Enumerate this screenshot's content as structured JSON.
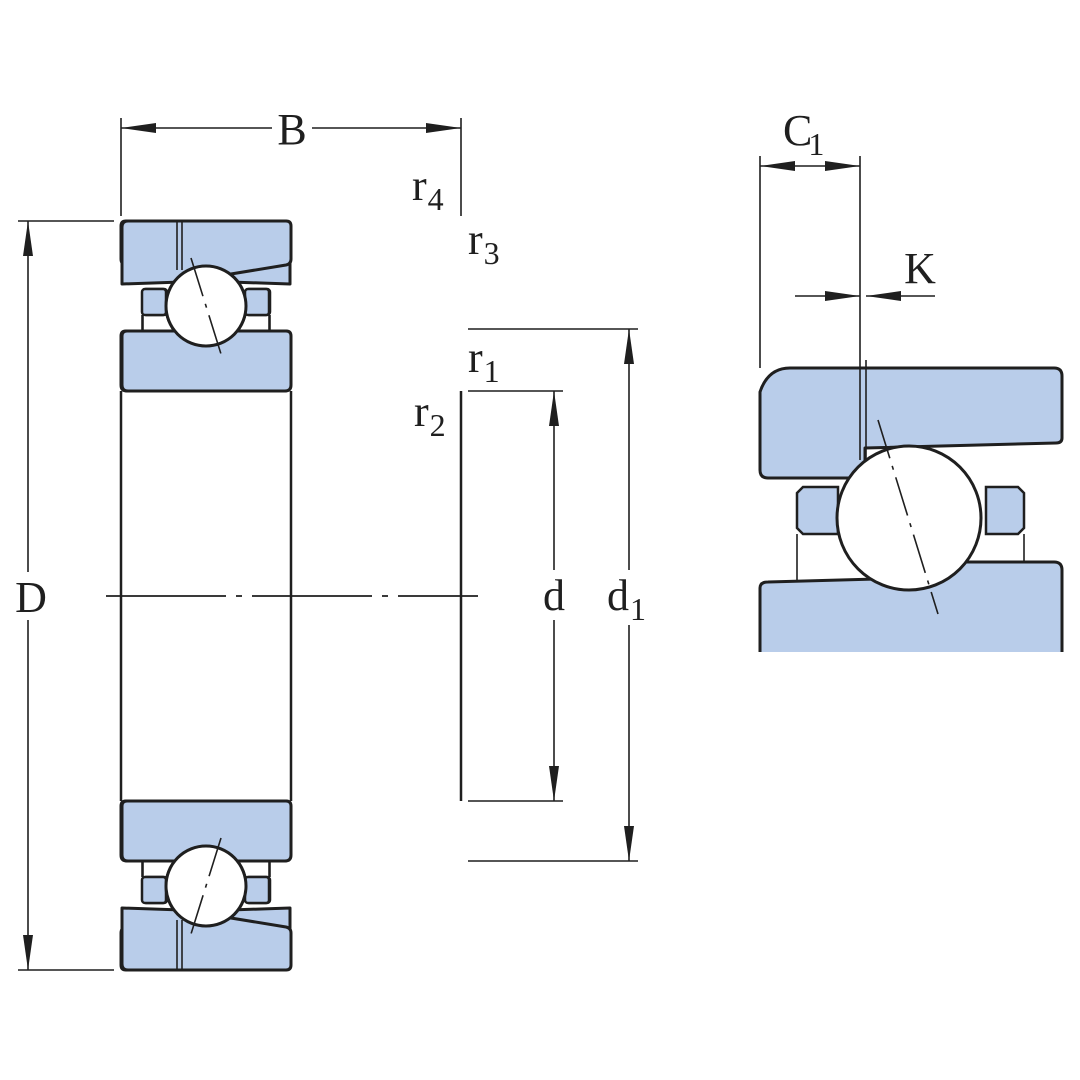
{
  "labels": {
    "B": "B",
    "D": "D",
    "d": "d",
    "d1_main": "d",
    "d1_sub": "1",
    "r1_main": "r",
    "r1_sub": "1",
    "r2_main": "r",
    "r2_sub": "2",
    "r3_main": "r",
    "r3_sub": "3",
    "r4_main": "r",
    "r4_sub": "4",
    "C1_main": "C",
    "C1_sub": "1",
    "K": "K"
  },
  "colors": {
    "ring_fill": "#b9cdea",
    "stroke": "#1f1f1f",
    "background": "#ffffff"
  }
}
